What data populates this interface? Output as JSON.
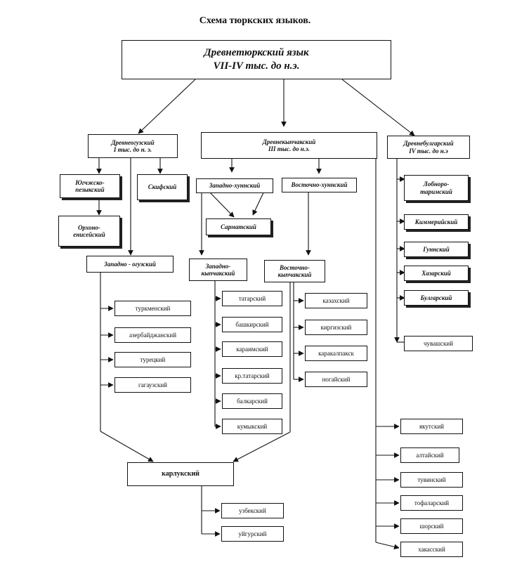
{
  "title": "Схема тюркских языков.",
  "root": {
    "line1": "Древнетюркский язык",
    "line2": "VII-IV тыс. до н.э."
  },
  "branches": {
    "oguz": "Древнеогузский\nI тыс. до н. э.",
    "kipchak": "Древнекыпчакский\nIII тыс. до н.э.",
    "bulgar": "Древнебулгарский\nIV тыс. до н.э"
  },
  "oguz_group": {
    "yuch": "Югчжско-\nпезыкский",
    "orkhon": "Орхоно-\nенисейский",
    "scythian": "Скифский",
    "west_oguz": "Западно - огузский"
  },
  "kipchak_group": {
    "west_hun": "Западно-хуннский",
    "east_hun": "Восточно-хуннский",
    "sarmatian": "Сарматский",
    "west_kipchak": "Западно-\nкыпчакский",
    "east_kipchak": "Восточно-\nкыпчакский"
  },
  "bulgar_group": [
    "Лобноро-\nтаримский",
    "Киммерийский",
    "Гуннский",
    "Хазарский",
    "Булгарский"
  ],
  "chuvash": "чувашский",
  "oguz_langs": [
    "туркменский",
    "азербайджанский",
    "турецкий",
    "гагаузский"
  ],
  "west_kipchak_langs": [
    "татарский",
    "башкирский",
    "караимский",
    "кр.татарский",
    "балкарский",
    "кумыкский"
  ],
  "east_kipchak_langs": [
    "казахский",
    "киргизский",
    "каракалпакск",
    "ногайский"
  ],
  "karluk": "карлукский",
  "karluk_langs": [
    "узбекский",
    "уйгурский"
  ],
  "siberian_langs": [
    "якутский",
    "алтайский",
    "тувинский",
    "тофаларский",
    "шорский",
    "хакасский"
  ]
}
